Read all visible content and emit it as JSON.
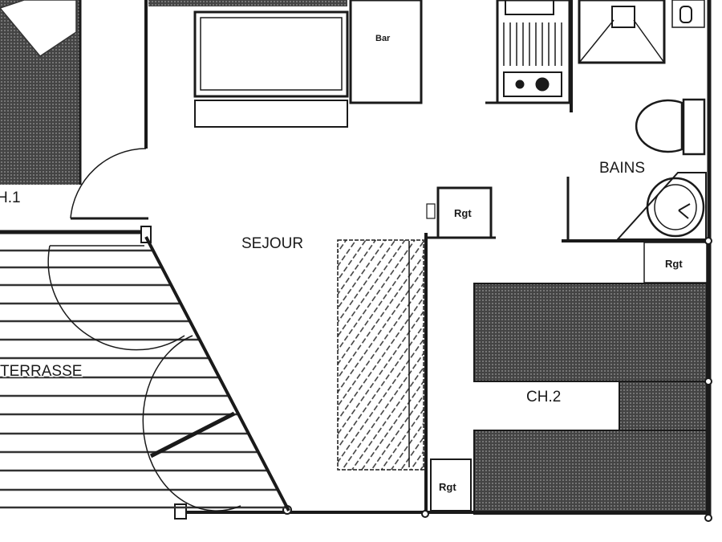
{
  "rooms": {
    "bar": "Bar",
    "bains": "BAINS",
    "sejour": "SEJOUR",
    "ch1": "H.1",
    "terrasse": "TERRASSE",
    "ch2": "CH.2",
    "rgt_sejour": "Rgt",
    "rgt_bains": "Rgt",
    "rgt_ch2": "Rgt"
  },
  "colors": {
    "ink": "#1a1a1a",
    "paper": "#ffffff",
    "hatch_dark": "#3a3a3a"
  }
}
